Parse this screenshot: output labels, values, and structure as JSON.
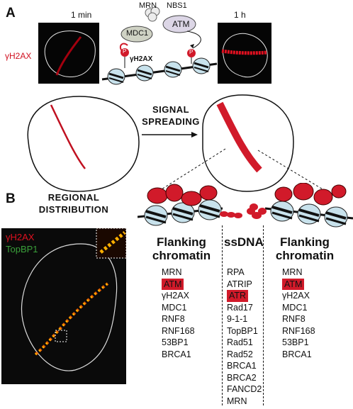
{
  "panel_a": {
    "letter": "A",
    "time_1": "1 min",
    "time_2": "1 h",
    "stain_label": "γH2AX",
    "proteins": {
      "mrn": "MRN",
      "nbs1": "NBS1",
      "atm": "ATM",
      "mdc1": "MDC1",
      "h2ax": "γH2AX",
      "p": "P"
    },
    "signal_line1": "SIGNAL",
    "signal_line2": "SPREADING"
  },
  "panel_b": {
    "letter": "B",
    "regional_line1": "REGIONAL",
    "regional_line2": "DISTRIBUTION",
    "stain_1": "γH2AX",
    "stain_2": "TopBP1",
    "columns": [
      {
        "heading_line1": "Flanking",
        "heading_line2": "chromatin",
        "items": [
          "MRN",
          "ATM",
          "γH2AX",
          "MDC1",
          "RNF8",
          "RNF168",
          "53BP1",
          "BRCA1"
        ],
        "highlight": "ATM"
      },
      {
        "heading_line1": "ssDNA",
        "heading_line2": "",
        "items": [
          "RPA",
          "ATRIP",
          "ATR",
          "Rad17",
          "9-1-1",
          "TopBP1",
          "Rad51",
          "Rad52",
          "BRCA1",
          "BRCA2",
          "FANCD2",
          "MRN"
        ],
        "highlight": "ATR"
      },
      {
        "heading_line1": "Flanking",
        "heading_line2": "chromatin",
        "items": [
          "MRN",
          "ATM",
          "γH2AX",
          "MDC1",
          "RNF8",
          "RNF168",
          "53BP1",
          "BRCA1"
        ],
        "highlight": "ATM"
      }
    ]
  },
  "colors": {
    "damage_red": "#d11a2a",
    "nucleosome": "#c8e2ec",
    "mdc1": "#cfd2c4",
    "atm": "#dcd6e6"
  }
}
